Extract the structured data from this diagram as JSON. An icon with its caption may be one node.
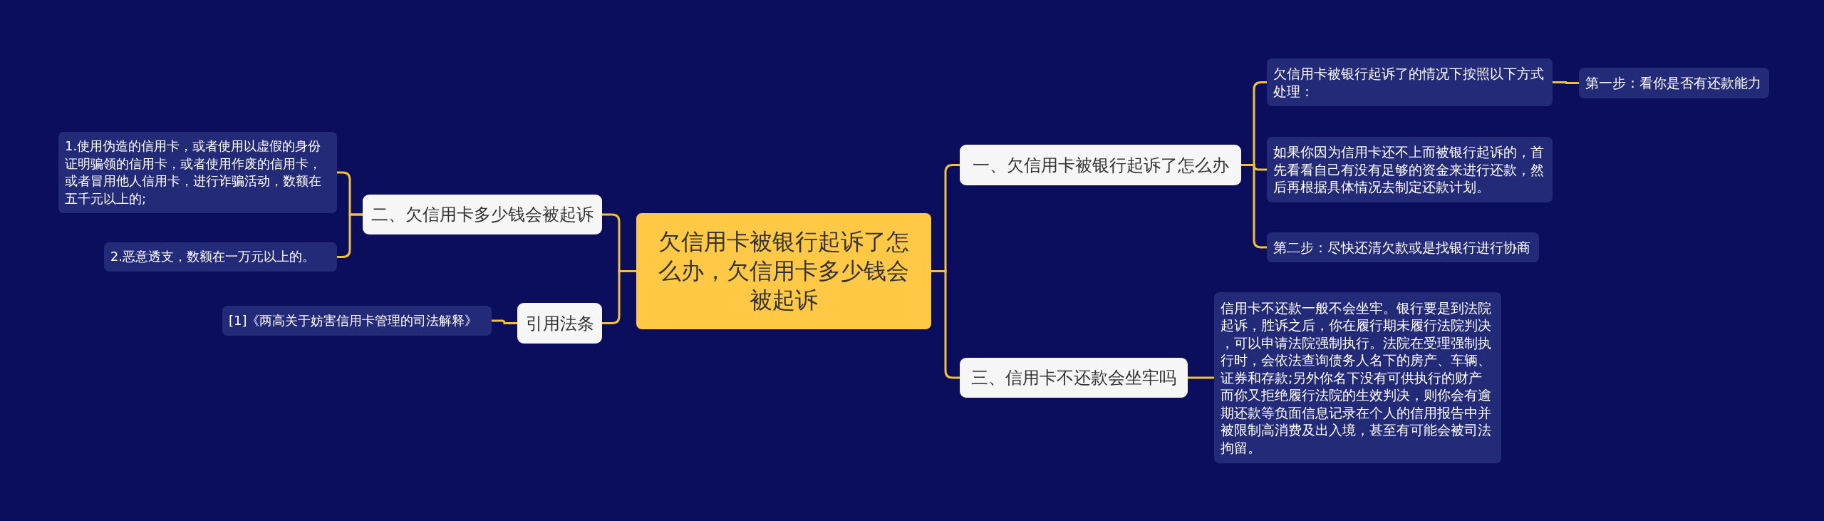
{
  "diagram": {
    "nodes": [
      {
        "text": [
          "欠信用卡被银行起诉了怎么办，欠信用卡多少钱会被起诉"
        ]
      },
      {
        "text": [
          "一、欠信用卡被银行起诉了怎么办"
        ]
      },
      {
        "text": [
          "欠信用卡被银行起诉了的情况下按照以下方式处理："
        ]
      },
      {
        "text": [
          "第一步：看你是否有还款能力"
        ]
      },
      {
        "text": [
          "如果你因为信用卡还不上而被银行起诉的，首先看看自己有没有足够的资金来进行还款，然后再根据具体情况去制定还款计划。"
        ]
      },
      {
        "text": [
          "第二步：尽快还清欠款或是找银行进行协商"
        ]
      },
      {
        "text": [
          "三、信用卡不还款会坐牢吗"
        ]
      },
      {
        "text": [
          "信用卡不还款一般不会坐牢。银行要是到法院起诉，胜诉之后，你在履行期未履行法院判决，可以申请法院强制执行。法院在受理强制执行时，会依法查询债务人名下的房产、车辆、证券和存款;另外你名下没有可供执行的财产而你又拒绝履行法院的生效判决，则你会有逾期还款等负面信息记录在个人的信用报告中并被限制高消费及出入境，甚至有可能会被司法拘留。"
        ]
      },
      {
        "text": [
          "二、欠信用卡多少钱会被起诉"
        ]
      },
      {
        "text": [
          "1.使用伪造的信用卡，或者使用以虚假的身份证明骗领的信用卡，或者使用作废的信用卡，或者冒用他人信用卡，进行诈骗活动，数额在五千元以上的;"
        ]
      },
      {
        "text": [
          "2.恶意透支，数额在一万元以上的。"
        ]
      },
      {
        "text": [
          "引用法条"
        ]
      },
      {
        "text": [
          "[1]《两高关于妨害信用卡管理的司法解释》"
        ]
      }
    ],
    "edges": [
      {
        "from": 0,
        "to": 1,
        "arrow": "none"
      },
      {
        "from": 1,
        "to": 2,
        "arrow": "none"
      },
      {
        "from": 2,
        "to": 3,
        "arrow": "none"
      },
      {
        "from": 1,
        "to": 4,
        "arrow": "none"
      },
      {
        "from": 1,
        "to": 5,
        "arrow": "none"
      },
      {
        "from": 0,
        "to": 6,
        "arrow": "none"
      },
      {
        "from": 6,
        "to": 7,
        "arrow": "none"
      },
      {
        "from": 0,
        "to": 8,
        "arrow": "none"
      },
      {
        "from": 8,
        "to": 9,
        "arrow": "none"
      },
      {
        "from": 8,
        "to": 10,
        "arrow": "none"
      },
      {
        "from": 0,
        "to": 11,
        "arrow": "none"
      },
      {
        "from": 11,
        "to": 12,
        "arrow": "none"
      }
    ]
  }
}
